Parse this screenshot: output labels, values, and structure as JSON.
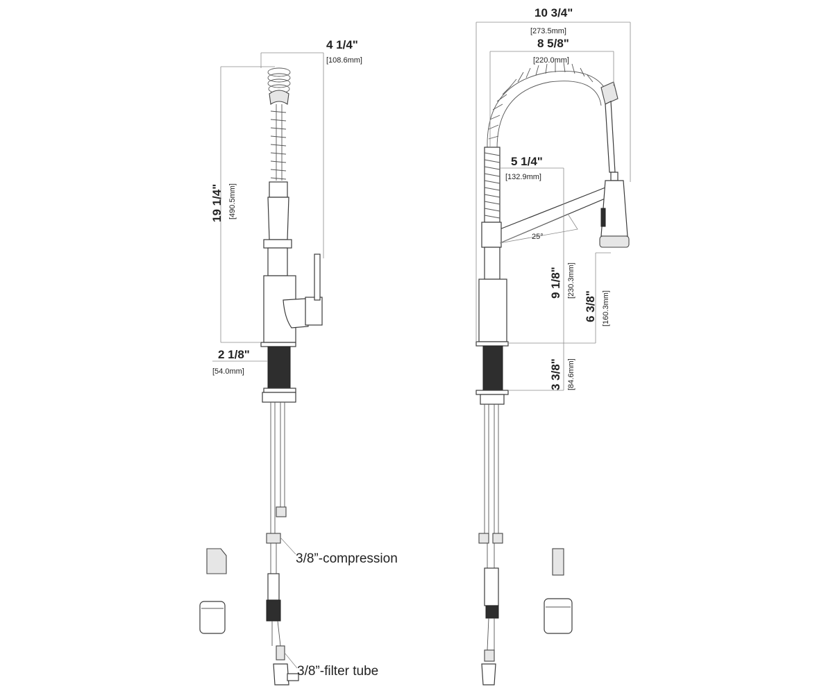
{
  "left_view": {
    "width_in": "4 1/4\"",
    "width_mm": "[108.6mm]",
    "height_in": "19 1/4\"",
    "height_mm": "[490.5mm]",
    "base_in": "2 1/8\"",
    "base_mm": "[54.0mm]",
    "callout_compression": "3/8”-compression",
    "callout_filter": "3/8”-filter tube"
  },
  "right_view": {
    "overall_width_in": "10 3/4\"",
    "overall_width_mm": "[273.5mm]",
    "reach_in": "8 5/8\"",
    "reach_mm": "[220.0mm]",
    "spout_in": "5 1/4\"",
    "spout_mm": "[132.9mm]",
    "angle": "25°",
    "spout_height_in": "9 1/8\"",
    "spout_height_mm": "[230.3mm]",
    "outlet_height_in": "6 3/8\"",
    "outlet_height_mm": "[160.3mm]",
    "shank_in": "3 3/8\"",
    "shank_mm": "[84.6mm]"
  }
}
